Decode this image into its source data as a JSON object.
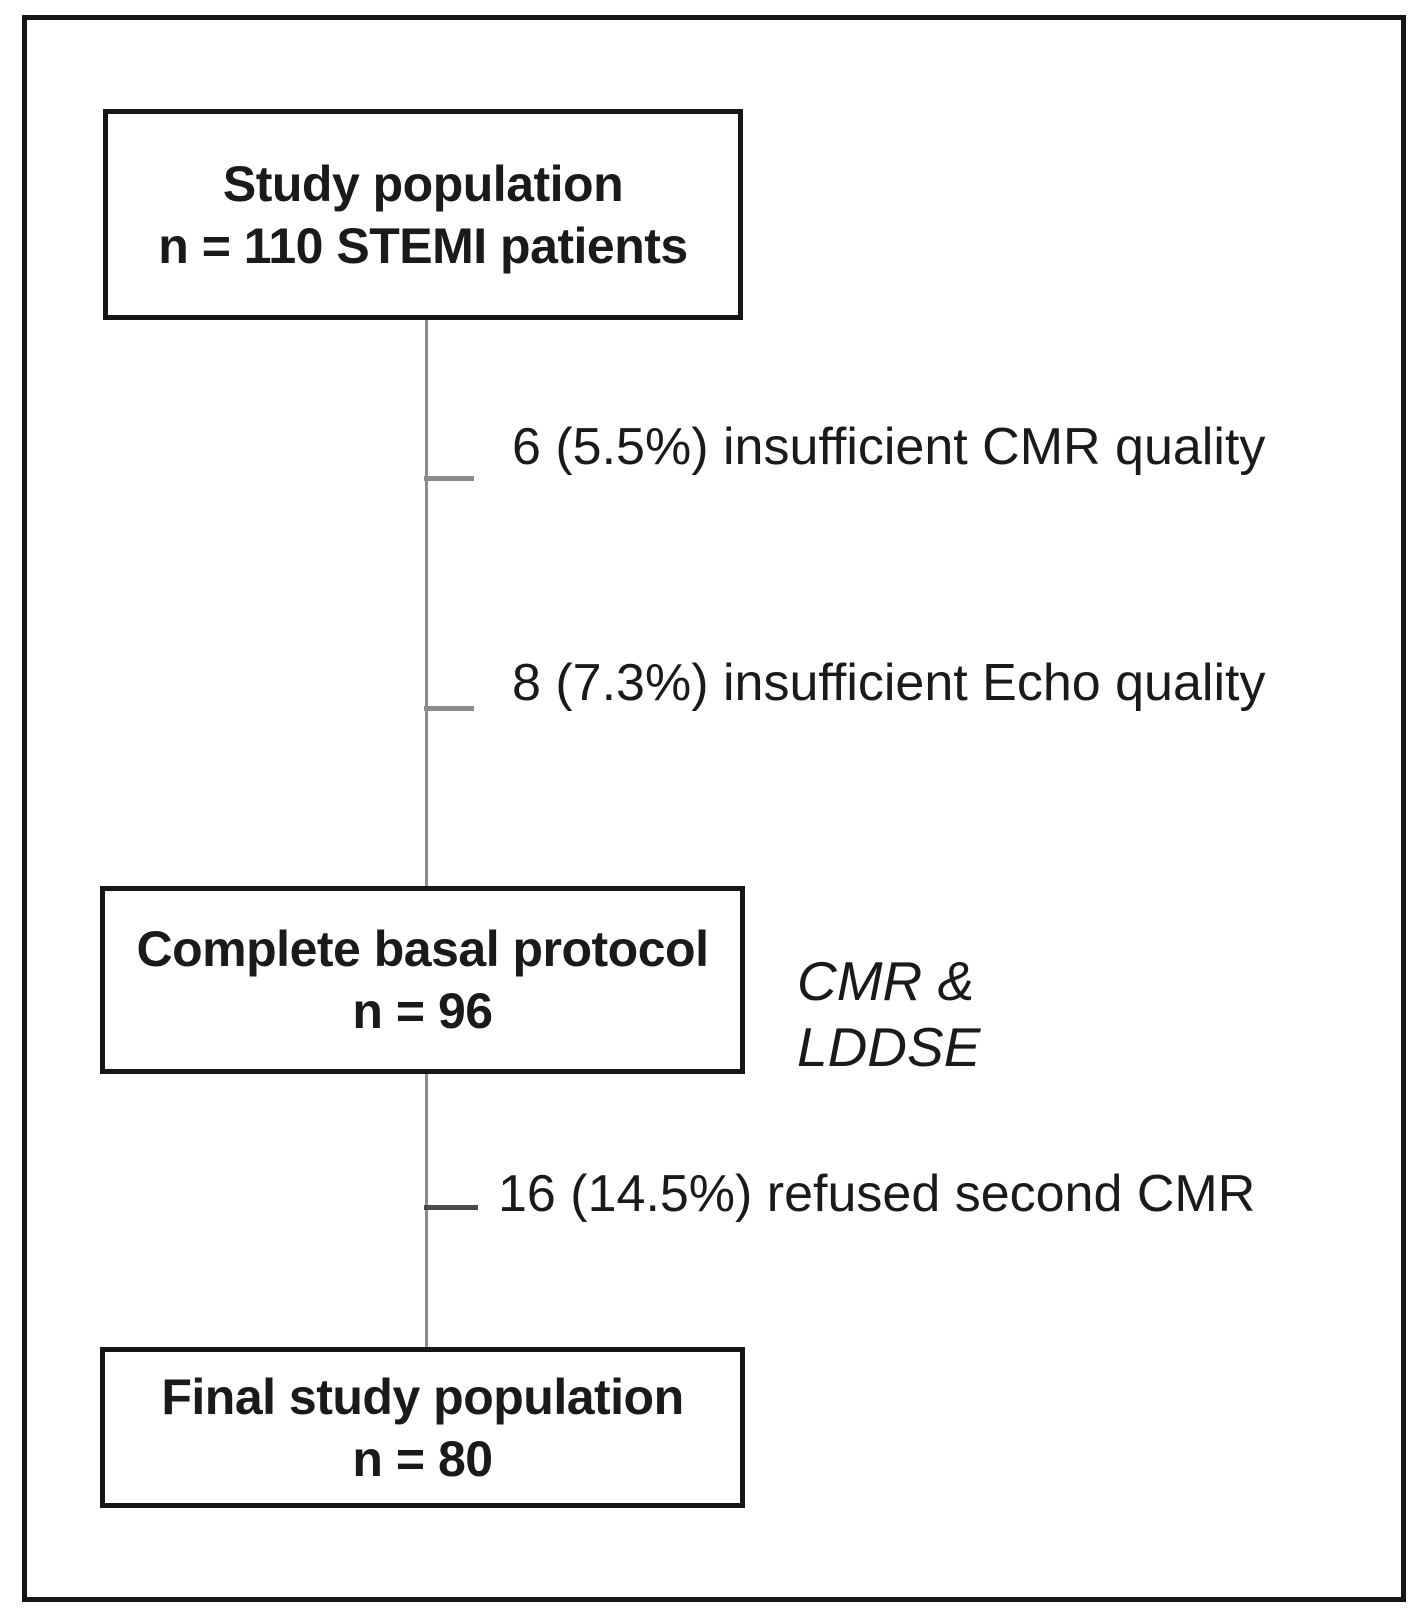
{
  "diagram": {
    "title_hint": "Study flow diagram",
    "boxes": [
      {
        "id": "study-population",
        "lines": [
          "Study population",
          "n = 110 STEMI patients"
        ]
      },
      {
        "id": "complete-basal-protocol",
        "lines": [
          "Complete basal protocol",
          "n = 96"
        ]
      },
      {
        "id": "final-study-population",
        "lines": [
          "Final study population",
          "n = 80"
        ]
      }
    ],
    "exclusions": [
      {
        "label": "6 (5.5%) insufficient CMR quality"
      },
      {
        "label": "8 (7.3%) insufficient Echo quality"
      },
      {
        "label": "16 (14.5%) refused second CMR"
      }
    ],
    "annotation": {
      "lines": [
        "CMR &",
        "LDDSE"
      ]
    },
    "colors": {
      "border": "#161616",
      "connector": "#8c8c8c",
      "text": "#1a1a1a",
      "background": "#ffffff"
    }
  }
}
